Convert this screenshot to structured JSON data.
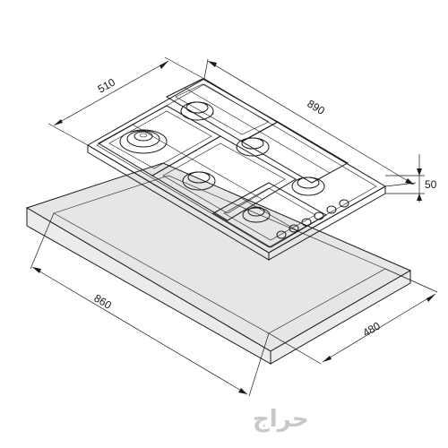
{
  "dimensions": {
    "top_depth": "510",
    "top_width": "890",
    "height": "50",
    "cutout_width": "860",
    "cutout_depth": "480"
  },
  "watermark": "حراج",
  "burners": [
    {
      "id": "wok"
    },
    {
      "id": "rear-left"
    },
    {
      "id": "rear-center"
    },
    {
      "id": "front-left"
    },
    {
      "id": "front-center"
    },
    {
      "id": "right"
    }
  ],
  "knob_count": 6,
  "colors": {
    "line": "#1a1a1a",
    "slab": "#e6e6e6",
    "watermark": "#c8c8c8"
  }
}
